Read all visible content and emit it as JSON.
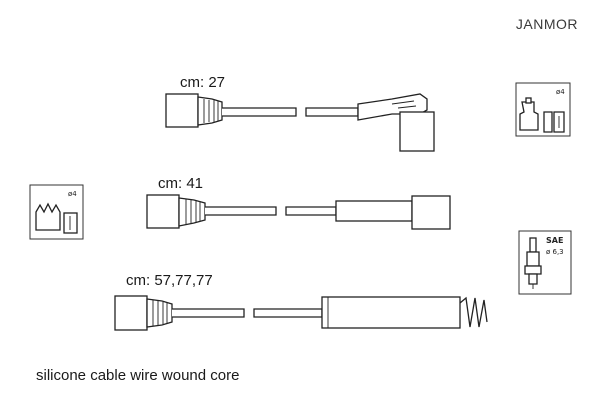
{
  "brand": "JANMOR",
  "cables": [
    {
      "length_label": "cm: 27"
    },
    {
      "length_label": "cm: 41"
    },
    {
      "length_label": "cm: 57,77,77"
    }
  ],
  "icons": {
    "distributor_right_label": "ø4",
    "distributor_left_label": "ø4",
    "sae_label": "SAE",
    "sae_size_label": "ø 6,3"
  },
  "footer_note": "silicone cable wire wound core"
}
